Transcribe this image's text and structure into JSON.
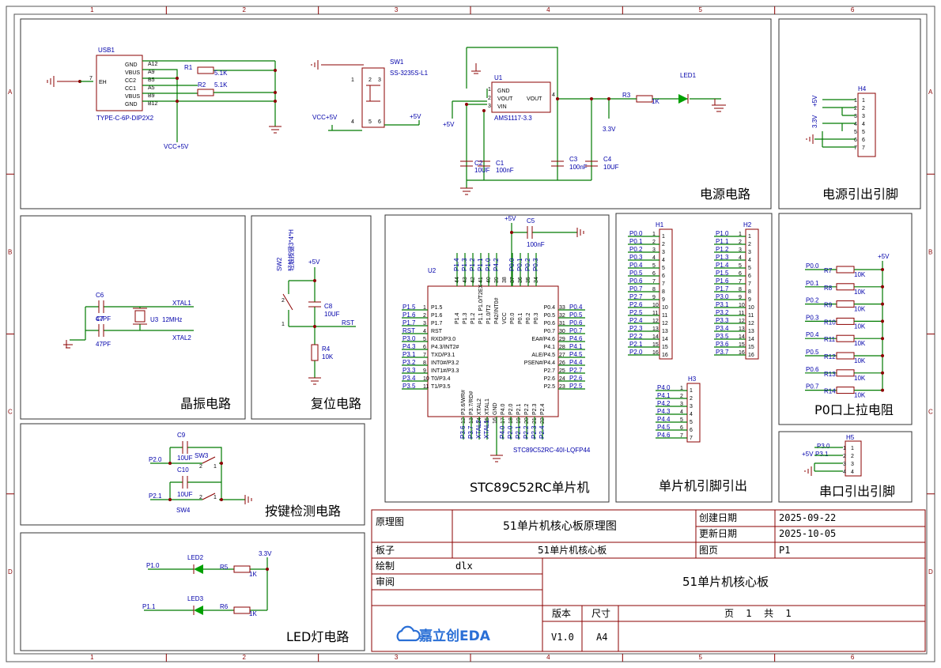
{
  "ruler": {
    "cols": [
      "1",
      "2",
      "3",
      "4",
      "5",
      "6"
    ],
    "rows": [
      "A",
      "B",
      "C",
      "D"
    ]
  },
  "sections": {
    "power": "电源电路",
    "power_out": "电源引出引脚",
    "crystal": "晶振电路",
    "reset": "复位电路",
    "mcu": "STC89C52RC单片机",
    "pins_out": "单片机引脚引出",
    "pullup": "P0口上拉电阻",
    "keys": "按键检测电路",
    "serial": "串口引出引脚",
    "led": "LED灯电路"
  },
  "power": {
    "usb": {
      "ref": "USB1",
      "part": "TYPE-C-6P-DIP2X2",
      "pin_left": "EH",
      "pin_num": "7",
      "pins": [
        "GND",
        "VBUS",
        "CC2",
        "CC1",
        "VBUS",
        "GND"
      ],
      "pin_nums": [
        "A12",
        "A9",
        "B5",
        "A5",
        "B9",
        "B12"
      ]
    },
    "r1": {
      "ref": "R1",
      "val": "5.1K"
    },
    "r2": {
      "ref": "R2",
      "val": "5.1K"
    },
    "vcc_label": "VCC+5V",
    "sw1": {
      "ref": "SW1",
      "part": "SS-3235S-L1",
      "pins": [
        "1",
        "2",
        "3",
        "4",
        "5",
        "6"
      ]
    },
    "sw_vcc": "VCC+5V",
    "sw_out": "+5V",
    "u1": {
      "ref": "U1",
      "part": "AMS1117-3.3",
      "pins": [
        "GND",
        "VOUT",
        "VIN",
        "VOUT"
      ],
      "nums": [
        "1",
        "2",
        "3",
        "4"
      ]
    },
    "in_label": "+5V",
    "out_label": "3.3V",
    "c1": {
      "ref": "C1",
      "val": "100nF"
    },
    "c2": {
      "ref": "C2",
      "val": "10UF"
    },
    "c3": {
      "ref": "C3",
      "val": "100nF"
    },
    "c4": {
      "ref": "C4",
      "val": "10UF"
    },
    "r3": {
      "ref": "R3",
      "val": "1K"
    },
    "led1": "LED1"
  },
  "power_out": {
    "ref": "H4",
    "labels": [
      "+5V",
      "3.3V"
    ],
    "pins": [
      "1",
      "2",
      "3",
      "4",
      "5",
      "6",
      "7"
    ]
  },
  "crystal": {
    "c6": {
      "ref": "C6",
      "val": "47PF"
    },
    "c7": {
      "ref": "C7",
      "val": "47PF"
    },
    "u3": {
      "ref": "U3",
      "val": "12MHz"
    },
    "x1": "XTAL1",
    "x2": "XTAL2"
  },
  "reset": {
    "sw2": "SW2",
    "sw2_part": "轻触按键3*4*H",
    "vcc": "+5V",
    "c8": {
      "ref": "C8",
      "val": "10UF"
    },
    "r4": {
      "ref": "R4",
      "val": "10K"
    },
    "rst": "RST",
    "pins": [
      "2",
      "1"
    ]
  },
  "mcu": {
    "ref": "U2",
    "part": "STC89C52RC-40I-LQFP44",
    "vcc": "+5V",
    "c5": {
      "ref": "C5",
      "val": "100nF"
    },
    "top_nets": [
      "P1.4",
      "P1.3",
      "P1.2",
      "P1.1",
      "P1.0",
      "P4.2",
      "P0.0",
      "P0.1",
      "P0.2",
      "P0.3"
    ],
    "top_pins": [
      "P1.4",
      "P1.3",
      "P1.2",
      "P1.1 P1.0/T2EX",
      "P1.0/T2",
      "P42/INT0#",
      "VCC",
      "P0.0",
      "P0.1",
      "P0.2",
      "P0.3"
    ],
    "top_nums": [
      "44",
      "43",
      "42",
      "41",
      "40",
      "39",
      "38",
      "37",
      "36",
      "35",
      "34"
    ],
    "left_nets": [
      "P1.5",
      "P1.6",
      "P1.7",
      "RST",
      "P3.0",
      "P4.3",
      "P3.1",
      "P3.2",
      "P3.3",
      "P3.4",
      "P3.5"
    ],
    "left_pins": [
      "P1.5",
      "P1.6",
      "P1.7",
      "RST",
      "RXD/P3.0",
      "P4.3/INT2#",
      "TXD/P3.1",
      "INT0#/P3.2",
      "INT1#/P3.3",
      "T0/P3.4",
      "T1/P3.5"
    ],
    "left_nums": [
      "1",
      "2",
      "3",
      "4",
      "5",
      "6",
      "7",
      "8",
      "9",
      "10",
      "11"
    ],
    "right_nets": [
      "P0.4",
      "P0.5",
      "P0.6",
      "P0.7",
      "P4.6",
      "P4.1",
      "P4.5",
      "P4.4",
      "P2.7",
      "P2.6",
      "P2.5"
    ],
    "right_pins": [
      "P0.4",
      "P0.5",
      "P0.6",
      "P0.7",
      "EA#/P4.6",
      "P4.1",
      "ALE/P4.5",
      "PSEN#/P4.4",
      "P2.7",
      "P2.6",
      "P2.5"
    ],
    "right_nums": [
      "33",
      "32",
      "31",
      "30",
      "29",
      "28",
      "27",
      "26",
      "25",
      "24",
      "23"
    ],
    "bottom_nets": [
      "P3.6",
      "P3.7",
      "XTAL2",
      "XTAL1",
      "",
      "P4.0",
      "P2.0",
      "P2.1",
      "P2.2",
      "P2.3",
      "P2.4"
    ],
    "bottom_pins": [
      "P3.6/WR#",
      "P3.7/RD#",
      "XTAL2",
      "XTAL1",
      "GND",
      "P4.0",
      "P2.0",
      "P2.1",
      "P2.2",
      "P2.3",
      "P2.4"
    ],
    "bottom_nums": [
      "12",
      "13",
      "14",
      "15",
      "16",
      "17",
      "18",
      "19",
      "20",
      "21",
      "22"
    ]
  },
  "headers": {
    "h1": {
      "ref": "H1",
      "nets": [
        "P0.0",
        "P0.1",
        "P0.2",
        "P0.3",
        "P0.4",
        "P0.5",
        "P0.6",
        "P0.7",
        "P2.7",
        "P2.6",
        "P2.5",
        "P2.4",
        "P2.3",
        "P2.2",
        "P2.1",
        "P2.0"
      ]
    },
    "h2": {
      "ref": "H2",
      "nets": [
        "P1.0",
        "P1.1",
        "P1.2",
        "P1.3",
        "P1.4",
        "P1.5",
        "P1.6",
        "P1.7",
        "P3.0",
        "P3.1",
        "P3.2",
        "P3.3",
        "P3.4",
        "P3.5",
        "P3.6",
        "P3.7"
      ]
    },
    "h3": {
      "ref": "H3",
      "nets": [
        "P4.0",
        "P4.1",
        "P4.2",
        "P4.3",
        "P4.4",
        "P4.5",
        "P4.6"
      ]
    }
  },
  "pullup": {
    "vcc": "+5V",
    "nets": [
      "P0.0",
      "P0.1",
      "P0.2",
      "P0.3",
      "P0.4",
      "P0.5",
      "P0.6",
      "P0.7"
    ],
    "refs": [
      "R7",
      "R8",
      "R9",
      "R10",
      "R11",
      "R12",
      "R13",
      "R14"
    ],
    "val": "10K"
  },
  "keys": {
    "c9": {
      "ref": "C9",
      "val": "10UF"
    },
    "c10": {
      "ref": "C10",
      "val": "10UF"
    },
    "sw3": "SW3",
    "sw4": "SW4",
    "n1": "P2.0",
    "n2": "P2.1",
    "pins": [
      "2",
      "1"
    ]
  },
  "serial": {
    "ref": "H5",
    "nets": [
      "+5V",
      "P3.0",
      "P3.1"
    ],
    "pins": [
      "1",
      "2",
      "3",
      "4"
    ]
  },
  "led": {
    "vcc": "3.3V",
    "led2": "LED2",
    "led3": "LED3",
    "r5": {
      "ref": "R5",
      "val": "1K"
    },
    "r6": {
      "ref": "R6",
      "val": "1K"
    },
    "n1": "P1.0",
    "n2": "P1.1"
  },
  "title_block": {
    "l1": "原理图",
    "title": "51单片机核心板原理图",
    "created_l": "创建日期",
    "created": "2025-09-22",
    "updated_l": "更新日期",
    "updated": "2025-10-05",
    "board_l": "板子",
    "board": "51单片机核心板",
    "page_l": "图页",
    "page": "P1",
    "draw_l": "绘制",
    "draw": "dlx",
    "review_l": "审阅",
    "big": "51单片机核心板",
    "ver_l": "版本",
    "size_l": "尺寸",
    "ver": "V1.0",
    "size": "A4",
    "pages": "页    1    共    1",
    "logo": "嘉立创EDA"
  }
}
